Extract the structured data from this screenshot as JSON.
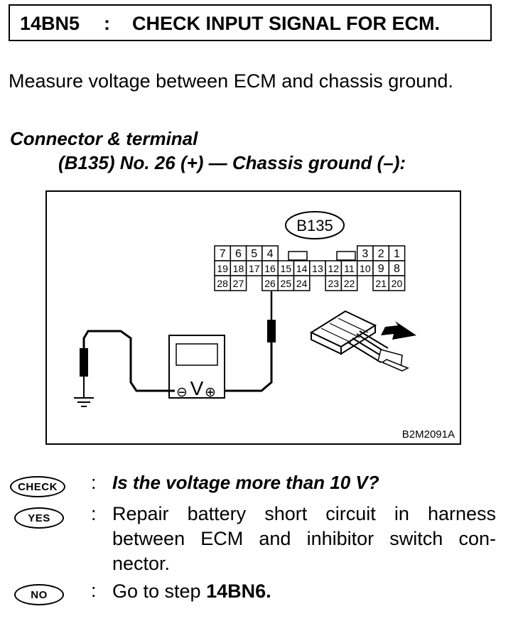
{
  "header": {
    "code": "14BN5",
    "colon": ":",
    "title": "CHECK INPUT SIGNAL FOR ECM."
  },
  "intro": "Measure voltage between ECM and chassis ground.",
  "connector": {
    "heading": "Connector & terminal",
    "spec": "(B135) No. 26 (+) — Chassis ground (–):"
  },
  "figure": {
    "connector_label": "B135",
    "figure_id": "B2M2091A",
    "meter_symbol": "V",
    "minus_symbol": "⊖",
    "plus_symbol": "⊕",
    "pins": {
      "row1": [
        "7",
        "6",
        "5",
        "4",
        "",
        "",
        "",
        "",
        "",
        "3",
        "2",
        "1"
      ],
      "row2": [
        "19",
        "18",
        "17",
        "16",
        "15",
        "14",
        "13",
        "12",
        "11",
        "10",
        "9",
        "8"
      ],
      "row3": [
        "28",
        "27",
        "",
        "26",
        "25",
        "24",
        "",
        "23",
        "22",
        "",
        "21",
        "20"
      ]
    }
  },
  "check": {
    "badge": "CHECK",
    "colon": ":",
    "question": "Is the voltage more than 10 V?"
  },
  "yes": {
    "badge": "YES",
    "colon": ":",
    "answer": "Repair battery short circuit in harness between ECM and inhibitor switch con-nector."
  },
  "no": {
    "badge": "NO",
    "colon": ":",
    "answer_prefix": "Go to step ",
    "answer_step": "14BN6."
  }
}
